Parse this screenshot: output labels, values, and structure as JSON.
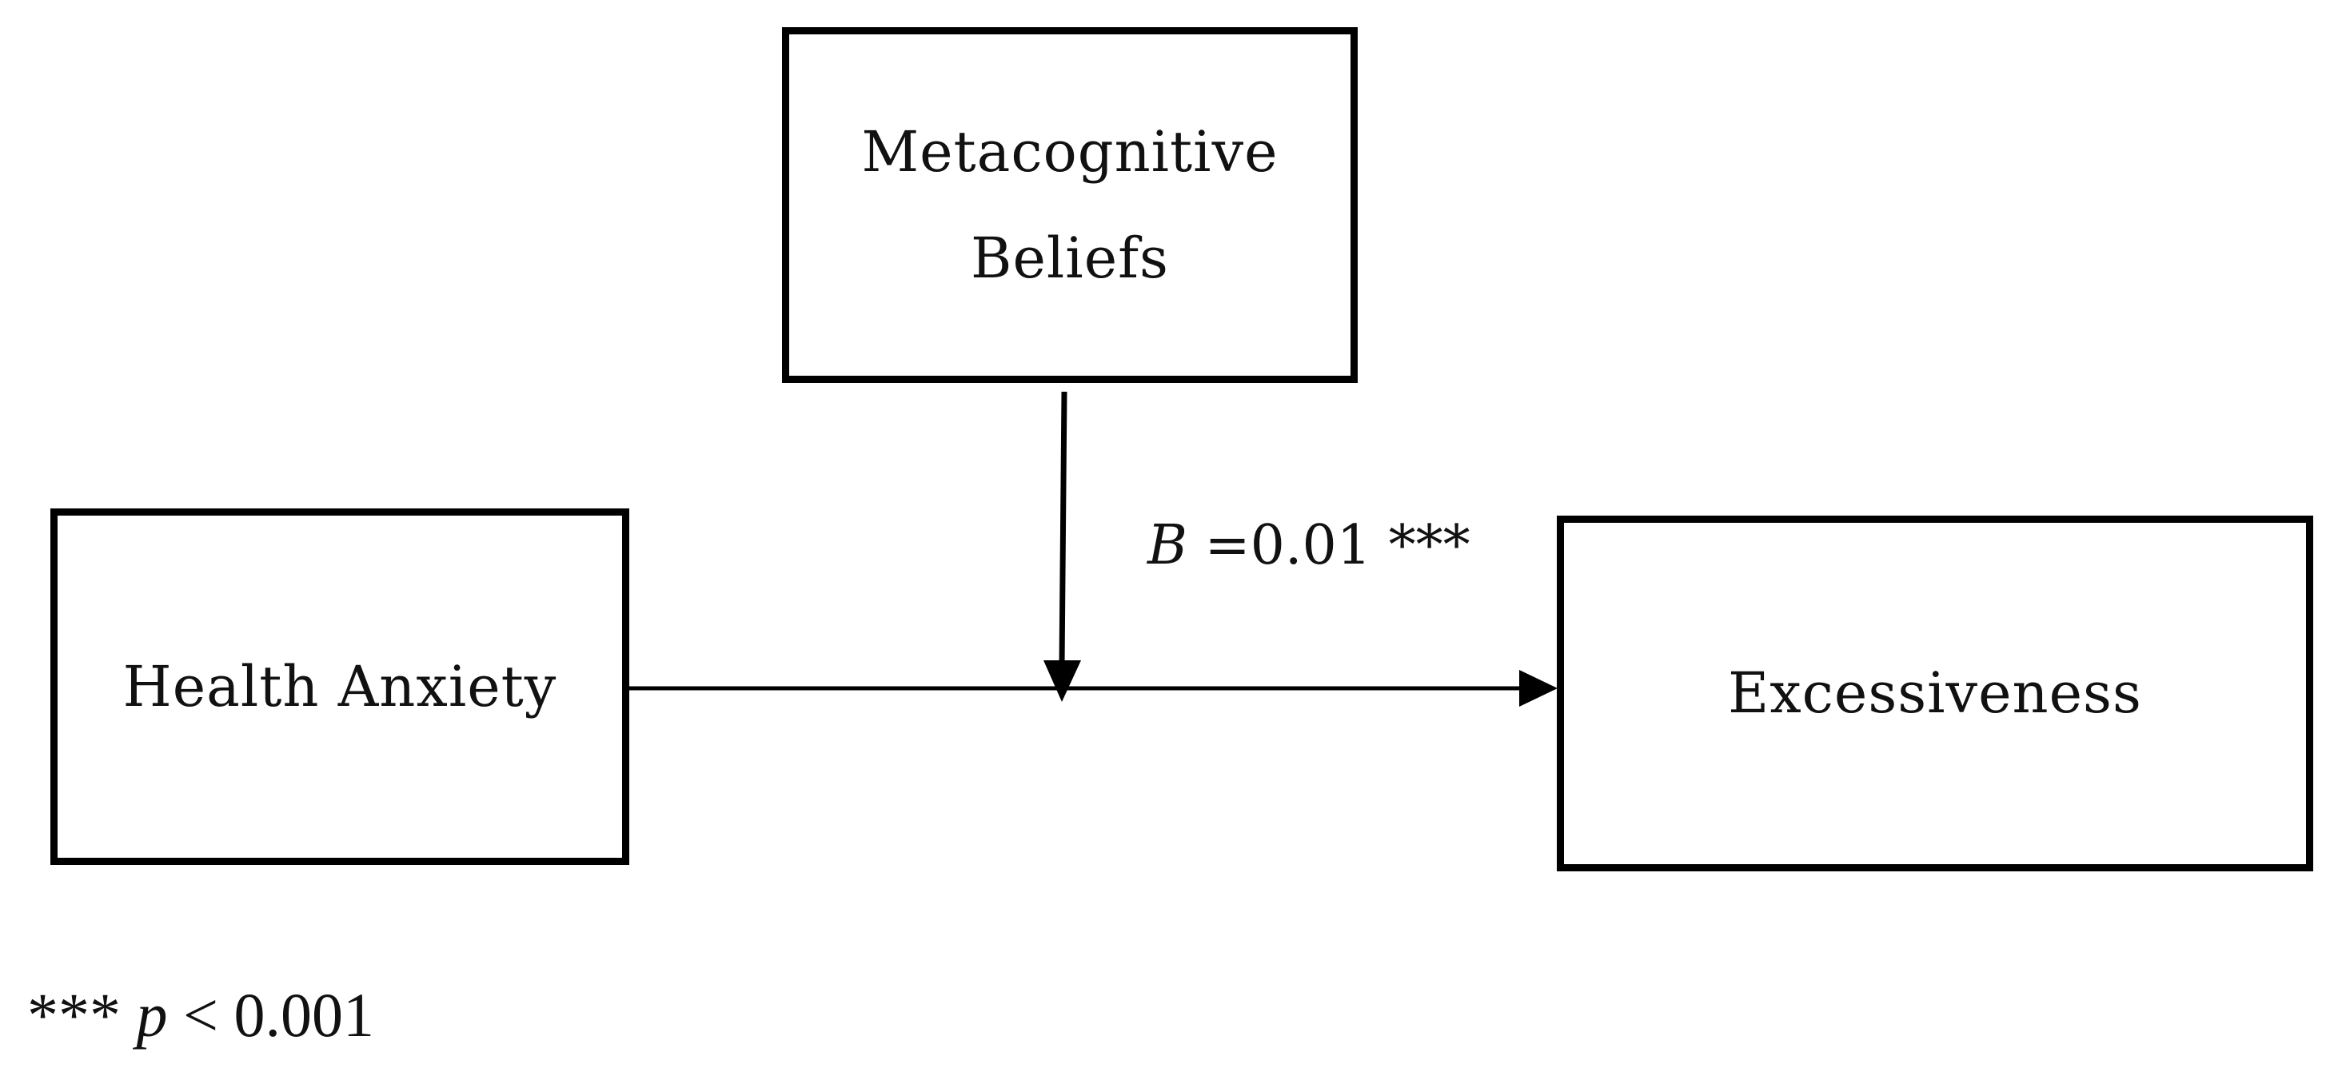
{
  "diagram": {
    "nodes": {
      "moderator": {
        "line1": "Metacognitive",
        "line2": "Beliefs"
      },
      "predictor": {
        "label": "Health Anxiety"
      },
      "outcome": {
        "label": "Excessiveness"
      }
    },
    "edges": [
      {
        "from": "Health Anxiety",
        "to": "Excessiveness",
        "type": "direct-path"
      },
      {
        "from": "Metacognitive Beliefs",
        "to": "Health Anxiety → Excessiveness path",
        "type": "moderation"
      }
    ],
    "coefficient": {
      "symbol": "B",
      "value": "=0.01",
      "significance": "***"
    },
    "footnote": {
      "stars": "***",
      "symbol": "p",
      "condition": "< 0.001"
    },
    "colors": {
      "stroke": "#000000",
      "text": "#111111",
      "background": "#ffffff"
    }
  }
}
